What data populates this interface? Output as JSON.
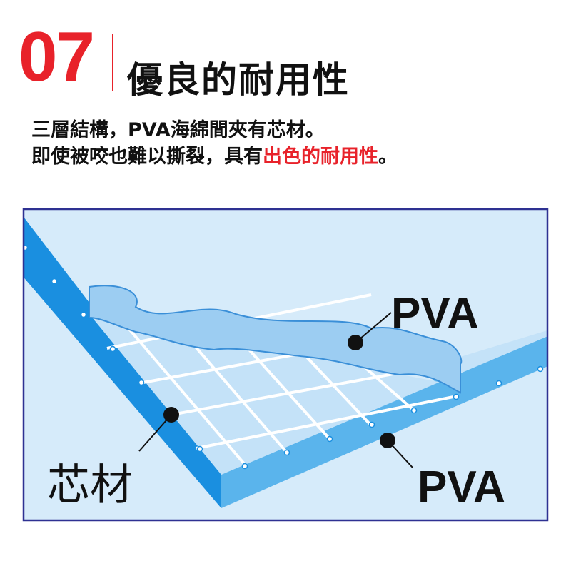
{
  "header": {
    "number": "07",
    "title": "優良的耐用性"
  },
  "description": {
    "line1": "三層結構，PVA海綿間夾有芯材。",
    "line2_prefix": "即使被咬也難以撕裂，具有",
    "line2_highlight": "出色的耐用性",
    "line2_suffix": "。"
  },
  "diagram": {
    "labels": {
      "top_layer": "PVA",
      "core": "芯材",
      "bottom_layer": "PVA"
    }
  },
  "colors": {
    "accent": "#e8222a",
    "frame": "#2e3192",
    "side_dark": "#1a8fe0",
    "side_light": "#5ab4ec",
    "top_face": "#d6ebfa",
    "pva_layer": "#9ccdf2"
  }
}
